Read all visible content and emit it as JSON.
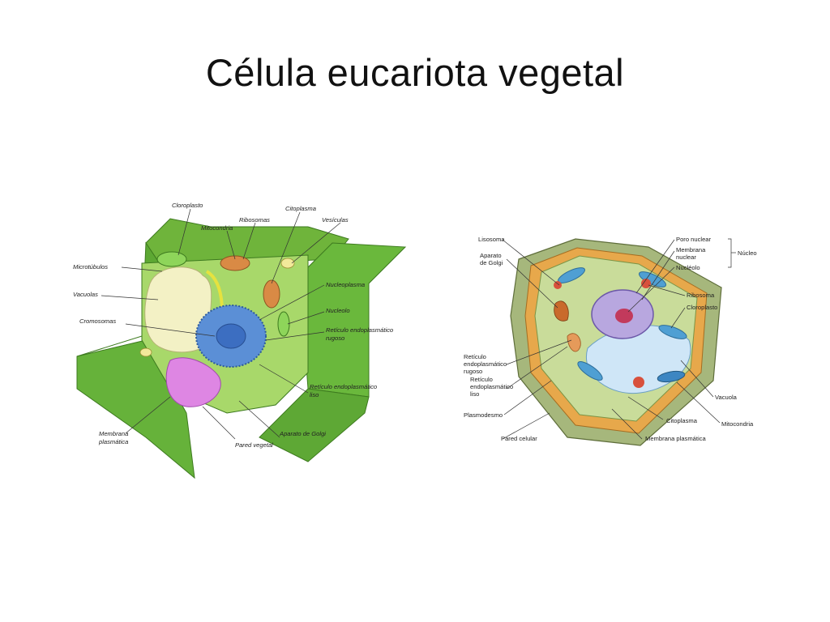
{
  "title": "Célula eucariota vegetal",
  "left_diagram": {
    "labels": {
      "cloroplasto": "Cloroplasto",
      "citoplasma": "Citoplasma",
      "ribosomas": "Ribosomas",
      "mitocondria": "Mitocondria",
      "vesiculas": "Vesículas",
      "microtubulos": "Microtúbulos",
      "vacuolas": "Vacuolas",
      "cromosomas": "Cromosomas",
      "nucleoplasma": "Nucleoplasma",
      "nucleolo": "Nucleolo",
      "rer_1": "Retículo endoplasmático",
      "rer_2": "rugoso",
      "rel_1": "Retículo endoplasmático",
      "rel_2": "liso",
      "membrana_1": "Membrana",
      "membrana_2": "plasmática",
      "golgi": "Aparato de Golgi",
      "pared": "Pared vegetal"
    }
  },
  "right_diagram": {
    "labels": {
      "lisosoma": "Lisosoma",
      "aparato_1": "Aparato",
      "aparato_2": "de Golgi",
      "poro": "Poro nuclear",
      "membrana_nuclear_1": "Membrana",
      "membrana_nuclear_2": "nuclear",
      "nucleolo": "Nucléolo",
      "nucleo": "Núcleo",
      "ribosoma": "Ribosoma",
      "cloroplasto": "Cloroplasto",
      "rer_1": "Retículo",
      "rer_2": "endoplasmático",
      "rer_3": "rugoso",
      "rel_1": "Retículo",
      "rel_2": "endoplasmático",
      "rel_3": "liso",
      "plasmodesmo": "Plasmodesmo",
      "vacuola": "Vacuola",
      "citoplasma": "Citoplasma",
      "mitocondria": "Mitocondria",
      "pared": "Pared celular",
      "membrana": "Membrana plasmática"
    }
  }
}
